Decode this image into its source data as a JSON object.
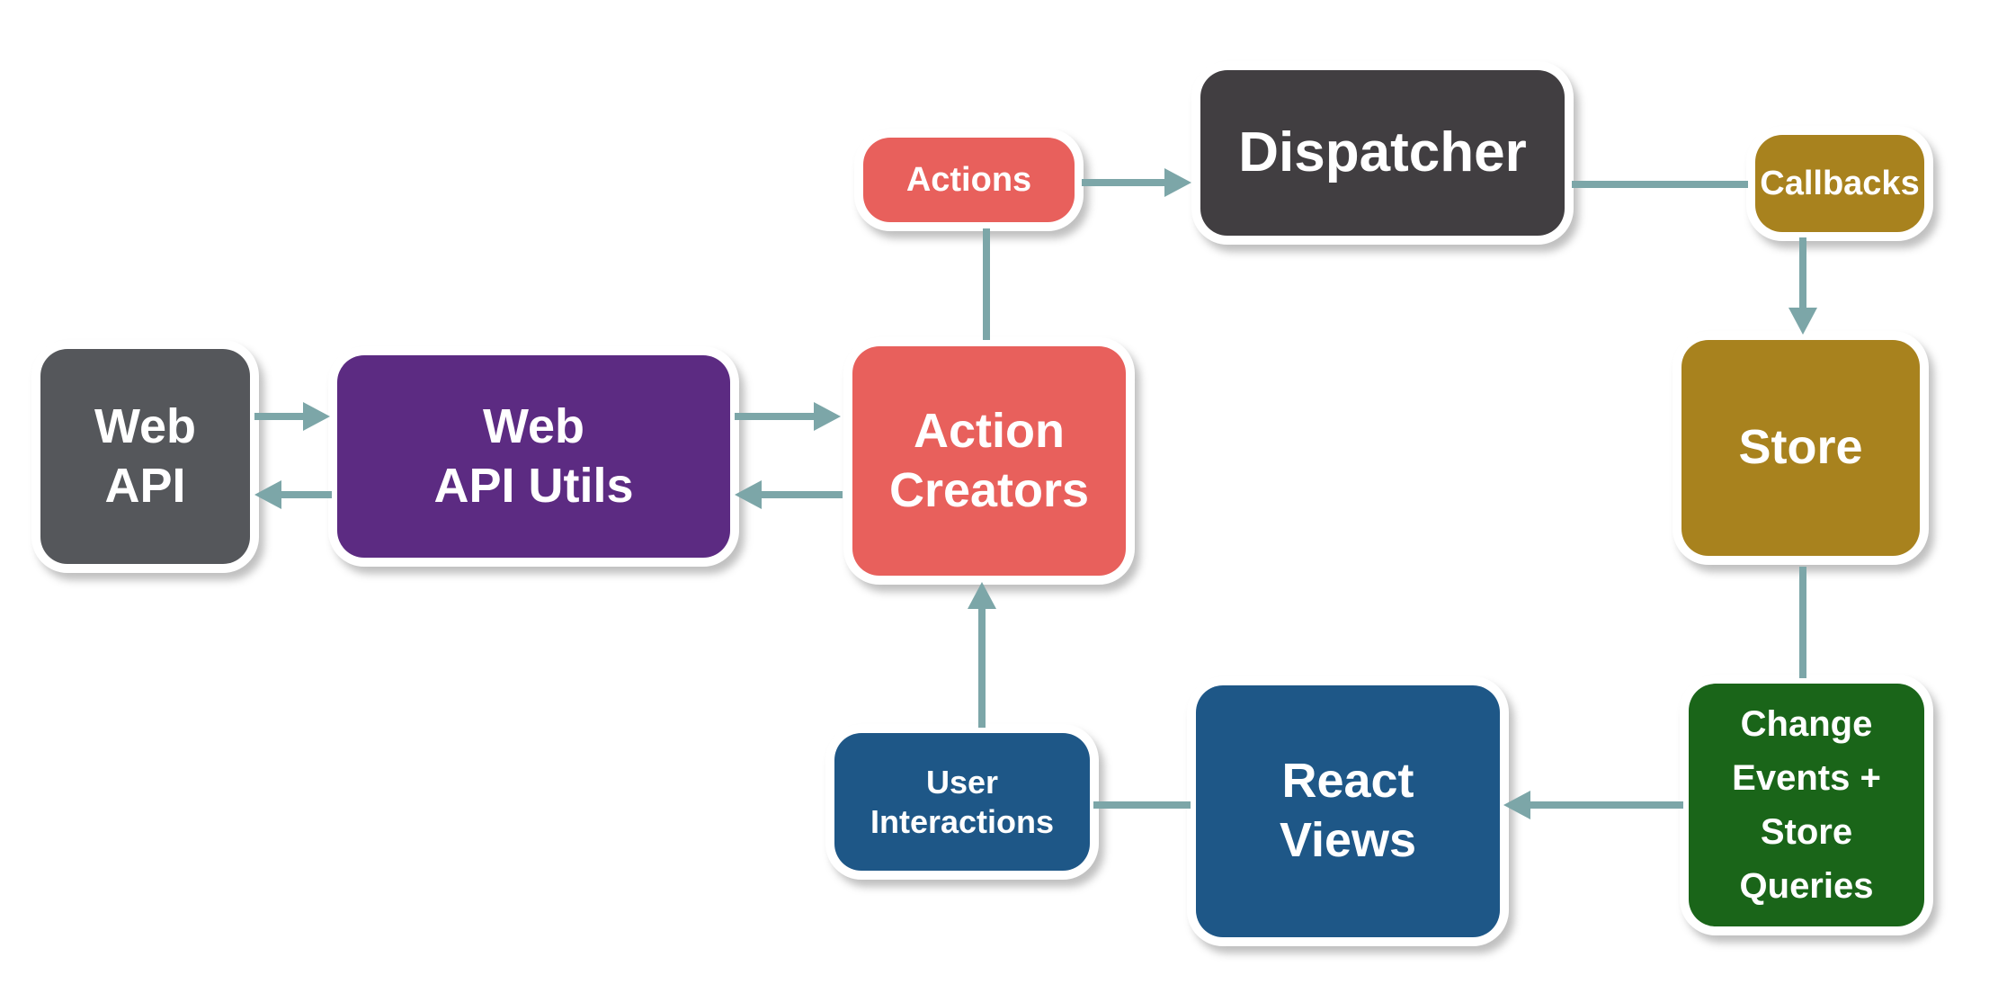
{
  "colors": {
    "background": "#FFFFFF",
    "border": "#FFFFFF",
    "label": "#FFFFFF",
    "connector": "#7CA6A8",
    "web_api": "#55575B",
    "web_api_utils": "#5C2B82",
    "actions_red": "#E8605C",
    "dispatcher": "#413E41",
    "gold": "#A8821E",
    "green": "#1A6519",
    "blue": "#1E5787"
  },
  "nodes": {
    "web_api": {
      "lines": [
        "Web",
        "API"
      ]
    },
    "web_api_utils": {
      "lines": [
        "Web",
        "API Utils"
      ]
    },
    "action_creators": {
      "lines": [
        "Action",
        "Creators"
      ]
    },
    "actions": {
      "lines": [
        "Actions"
      ]
    },
    "dispatcher": {
      "lines": [
        "Dispatcher"
      ]
    },
    "callbacks": {
      "lines": [
        "Callbacks"
      ]
    },
    "store": {
      "lines": [
        "Store"
      ]
    },
    "change_events": {
      "lines": [
        "Change",
        "Events +",
        "Store",
        "Queries"
      ]
    },
    "react_views": {
      "lines": [
        "React",
        "Views"
      ]
    },
    "user_interactions": {
      "lines": [
        "User",
        "Interactions"
      ]
    }
  },
  "edges": [
    {
      "from": "Web API",
      "to": "Web API Utils",
      "arrowhead": true
    },
    {
      "from": "Web API Utils",
      "to": "Web API",
      "arrowhead": true
    },
    {
      "from": "Web API Utils",
      "to": "Action Creators",
      "arrowhead": true
    },
    {
      "from": "Action Creators",
      "to": "Web API Utils",
      "arrowhead": true
    },
    {
      "from": "Action Creators",
      "to": "Actions",
      "arrowhead": false
    },
    {
      "from": "Actions",
      "to": "Dispatcher",
      "arrowhead": true
    },
    {
      "from": "Dispatcher",
      "to": "Callbacks",
      "arrowhead": false
    },
    {
      "from": "Callbacks",
      "to": "Store",
      "arrowhead": true
    },
    {
      "from": "Store",
      "to": "Change Events + Store Queries",
      "arrowhead": false
    },
    {
      "from": "Change Events + Store Queries",
      "to": "React Views",
      "arrowhead": true
    },
    {
      "from": "React Views",
      "to": "User Interactions",
      "arrowhead": false
    },
    {
      "from": "User Interactions",
      "to": "Action Creators",
      "arrowhead": true
    }
  ]
}
